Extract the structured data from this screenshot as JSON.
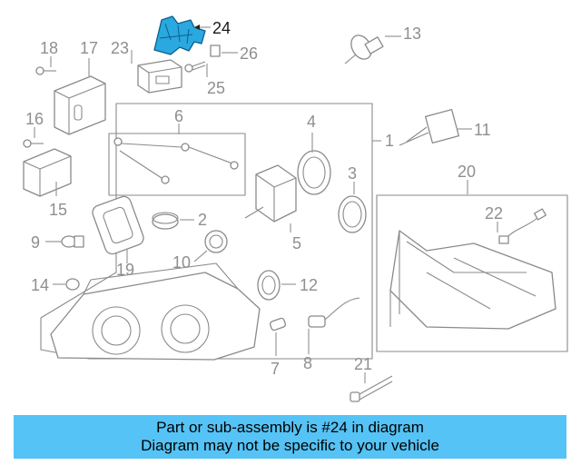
{
  "callouts": {
    "c1": "1",
    "c2": "2",
    "c3": "3",
    "c4": "4",
    "c5": "5",
    "c6": "6",
    "c7": "7",
    "c8": "8",
    "c9": "9",
    "c10": "10",
    "c11": "11",
    "c12": "12",
    "c13": "13",
    "c14": "14",
    "c15": "15",
    "c16": "16",
    "c17": "17",
    "c18": "18",
    "c19": "19",
    "c20": "20",
    "c21": "21",
    "c22": "22",
    "c23": "23",
    "c24": "24",
    "c25": "25",
    "c26": "26"
  },
  "highlight": {
    "part": "24",
    "color": "#2aa8e0"
  },
  "banner": {
    "line1": "Part or sub-assembly is #24 in diagram",
    "line2": "Diagram may not be specific to your vehicle",
    "background": "#55c3f5"
  }
}
